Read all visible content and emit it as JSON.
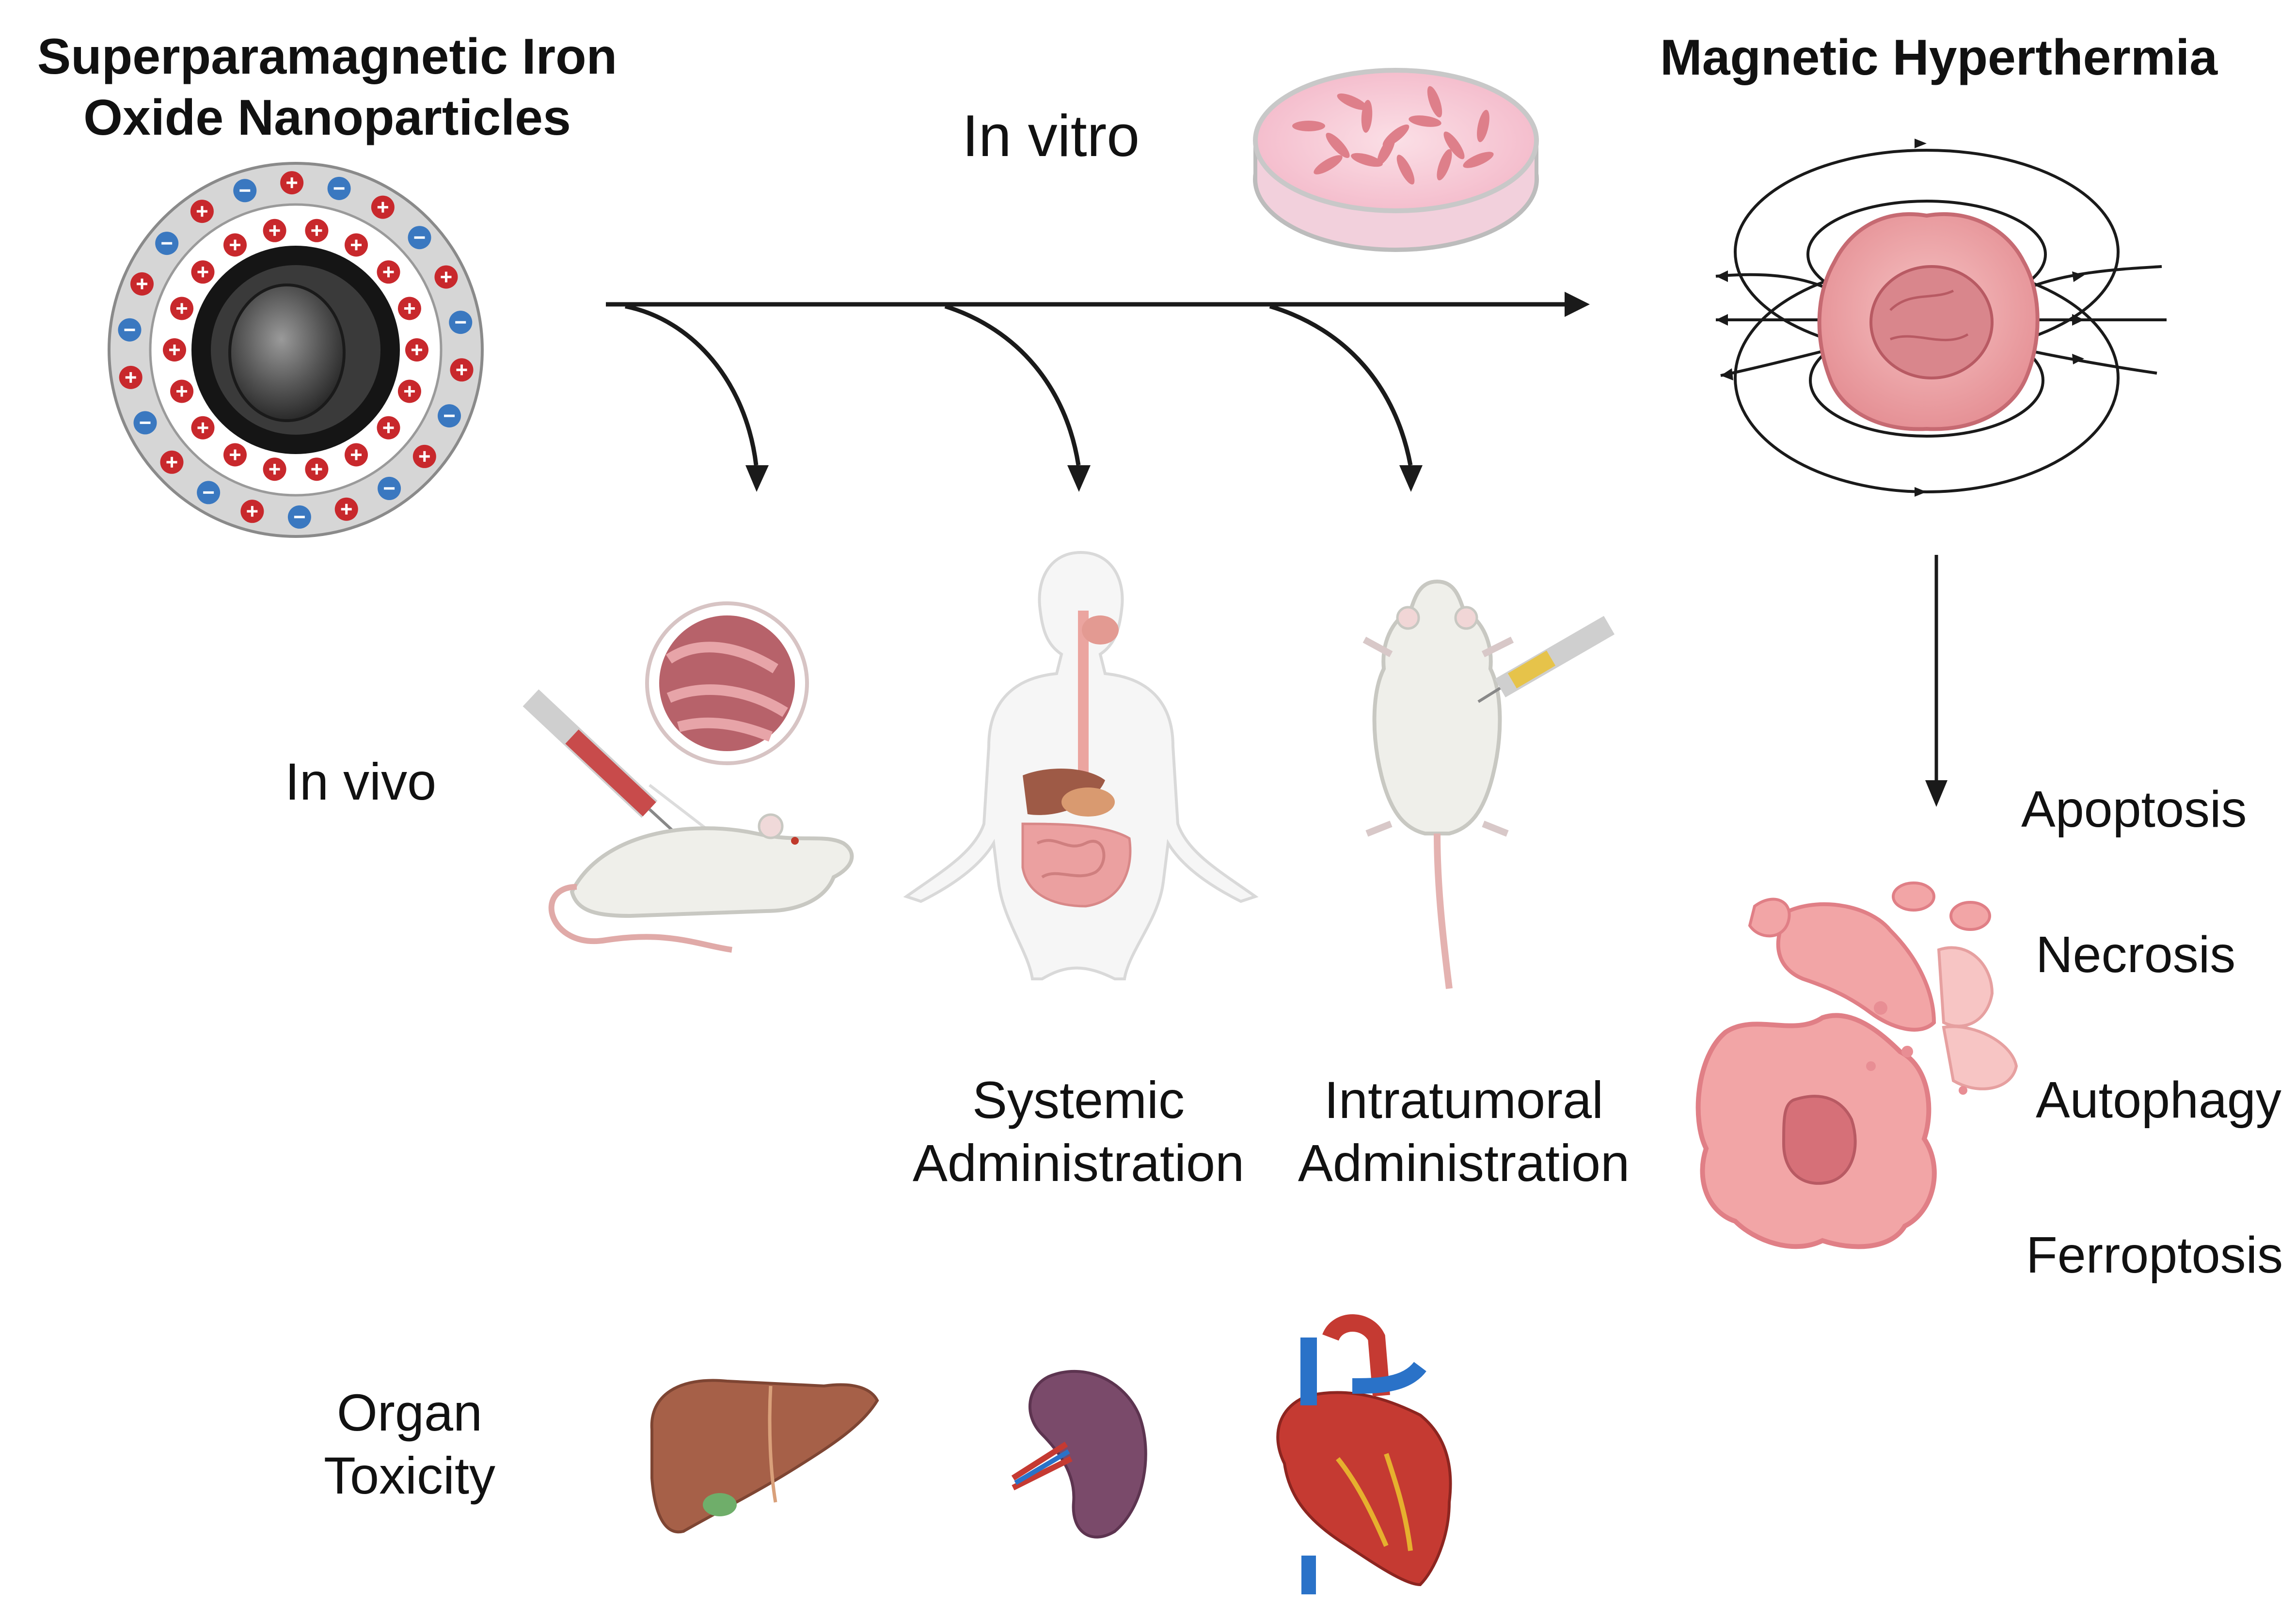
{
  "labels": {
    "spion_title_1": "Superparamagnetic Iron",
    "spion_title_2": "Oxide Nanoparticles",
    "hyperthermia_title": "Magnetic Hyperthermia",
    "in_vitro": "In vitro",
    "in_vivo": "In vivo",
    "systemic_1": "Systemic",
    "systemic_2": "Administration",
    "intratumoral_1": "Intratumoral",
    "intratumoral_2": "Administration",
    "organ_1": "Organ",
    "organ_2": "Toxicity"
  },
  "outcomes": [
    "Apoptosis",
    "Necrosis",
    "Autophagy",
    "Ferroptosis"
  ],
  "colors": {
    "text": "#111111",
    "arrow": "#1a1a1a",
    "charge_positive": "#c8282c",
    "charge_negative": "#3a78c0",
    "core": "#1a1a1a",
    "cell_pink": "#f1a0a4",
    "cell_nucleus": "#d87078",
    "liver": "#a66048",
    "spleen": "#7a4a6a",
    "heart_red": "#c53a32",
    "heart_blue": "#2a72c8",
    "mouse": "#efefea",
    "body_outline": "#d9d9d9",
    "petri": "#f7c8d6"
  },
  "icons": [
    "nanoparticle-icon",
    "petri-dish-icon",
    "tumor-cell-field-icon",
    "mouse-injection-icon",
    "human-body-icon",
    "rat-injection-icon",
    "dying-cell-icon",
    "liver-icon",
    "spleen-icon",
    "heart-icon"
  ]
}
